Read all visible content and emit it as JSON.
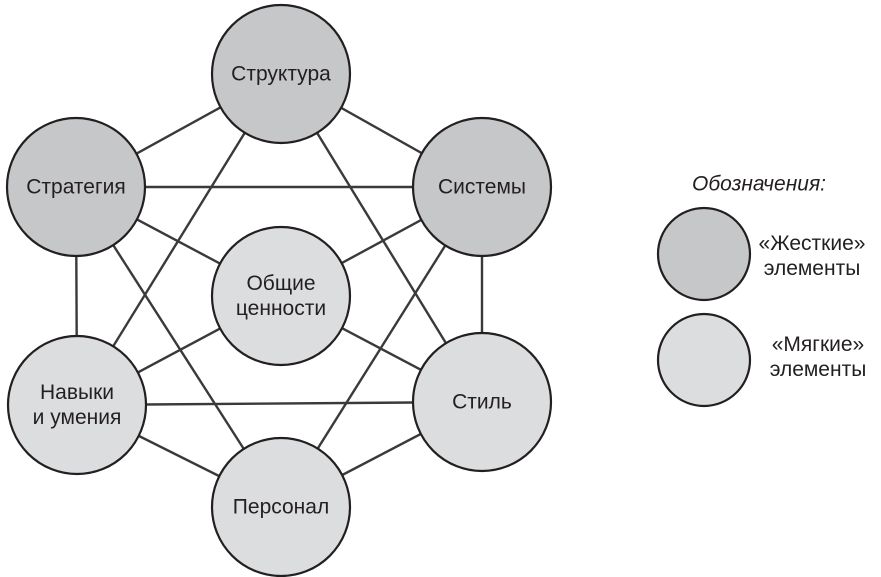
{
  "colors": {
    "hard": "#c6c7c9",
    "soft": "#dcdddf",
    "line": "#3a3a3a",
    "stroke": "#231f20"
  },
  "nodes": [
    {
      "id": "structure",
      "name": "node-structure",
      "lines": [
        "Структура"
      ],
      "kind": "hard"
    },
    {
      "id": "strategy",
      "name": "node-strategy",
      "lines": [
        "Стратегия"
      ],
      "kind": "hard"
    },
    {
      "id": "systems",
      "name": "node-systems",
      "lines": [
        "Системы"
      ],
      "kind": "hard"
    },
    {
      "id": "values",
      "name": "node-shared-values",
      "lines": [
        "Общие",
        "ценности"
      ],
      "kind": "soft"
    },
    {
      "id": "skills",
      "name": "node-skills",
      "lines": [
        "Навыки",
        "и умения"
      ],
      "kind": "soft"
    },
    {
      "id": "style",
      "name": "node-style",
      "lines": [
        "Стиль"
      ],
      "kind": "soft"
    },
    {
      "id": "staff",
      "name": "node-staff",
      "lines": [
        "Персонал"
      ],
      "kind": "soft"
    }
  ],
  "edges": [
    [
      "structure",
      "strategy"
    ],
    [
      "structure",
      "systems"
    ],
    [
      "structure",
      "skills"
    ],
    [
      "structure",
      "style"
    ],
    [
      "strategy",
      "systems"
    ],
    [
      "strategy",
      "skills"
    ],
    [
      "strategy",
      "staff"
    ],
    [
      "strategy",
      "values"
    ],
    [
      "systems",
      "style"
    ],
    [
      "systems",
      "staff"
    ],
    [
      "systems",
      "values"
    ],
    [
      "skills",
      "style"
    ],
    [
      "skills",
      "staff"
    ],
    [
      "skills",
      "values"
    ],
    [
      "style",
      "staff"
    ],
    [
      "style",
      "values"
    ]
  ],
  "legend": {
    "title": "Обозначения:",
    "items": [
      {
        "kind": "hard",
        "lines": [
          "«Жесткие»",
          "элементы"
        ]
      },
      {
        "kind": "soft",
        "lines": [
          "«Мягкие»",
          "элементы"
        ]
      }
    ]
  }
}
